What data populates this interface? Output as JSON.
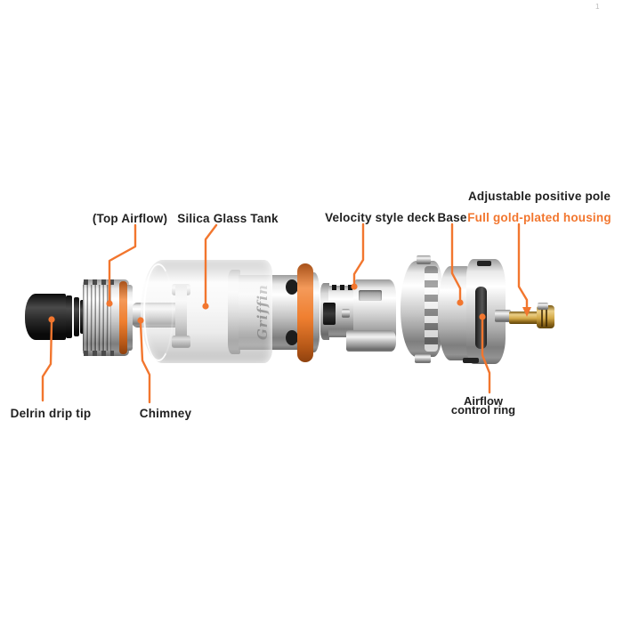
{
  "meta": {
    "description": "Exploded parts diagram of a Griffin top-airflow tank atomizer"
  },
  "colors": {
    "accent": "#F2762E",
    "label": "#1F1F1F",
    "gold": "#D9B45B",
    "o_ring": "#EF7F30"
  },
  "watermark": "1",
  "labels": {
    "top_airflow": "(Top Airflow)",
    "silica_glass_tank": "Silica Glass Tank",
    "velocity_style_deck": "Velocity style deck",
    "base": "Base",
    "adjustable_positive_pole": "Adjustable positive pole",
    "full_gold_plated_housing": "Full gold-plated housing",
    "delrin_drip_tip": "Delrin drip tip",
    "chimney": "Chimney",
    "airflow_control_ring": {
      "line1": "Airflow",
      "line2": "control ring"
    }
  },
  "engraving": "Griffin"
}
